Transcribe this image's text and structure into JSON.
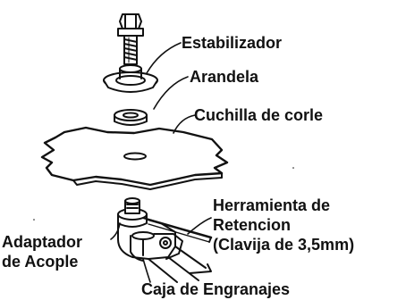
{
  "labels": {
    "estabilizador": "Estabilizador",
    "arandela": "Arandela",
    "cuchilla": "Cuchilla de corle",
    "herramienta": [
      "Herramienta de",
      "Retencion",
      "(Clavija de 3,5mm)"
    ],
    "adaptador": [
      "Adaptador",
      "de Acople"
    ],
    "caja": "Caja de Engranajes"
  }
}
